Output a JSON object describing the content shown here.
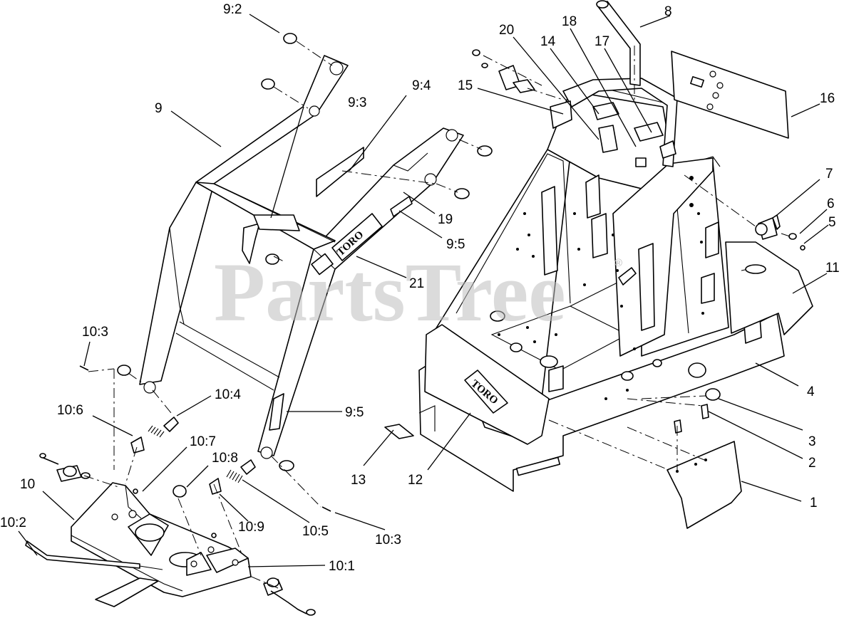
{
  "watermark": {
    "text": "PartsTree",
    "trademark": "®"
  },
  "logos": [
    {
      "id": "loader-arm-logo",
      "text": "TORO"
    },
    {
      "id": "frame-front-logo",
      "text": "TORO"
    }
  ],
  "callouts": [
    {
      "id": "c-9-2",
      "text": "9:2"
    },
    {
      "id": "c-9",
      "text": "9"
    },
    {
      "id": "c-9-3",
      "text": "9:3"
    },
    {
      "id": "c-9-4",
      "text": "9:4"
    },
    {
      "id": "c-19",
      "text": "19"
    },
    {
      "id": "c-9-5-top",
      "text": "9:5"
    },
    {
      "id": "c-21",
      "text": "21"
    },
    {
      "id": "c-9-5-bottom",
      "text": "9:5"
    },
    {
      "id": "c-10-3-left",
      "text": "10:3"
    },
    {
      "id": "c-10-4",
      "text": "10:4"
    },
    {
      "id": "c-10-6",
      "text": "10:6"
    },
    {
      "id": "c-10-7",
      "text": "10:7"
    },
    {
      "id": "c-10-8",
      "text": "10:8"
    },
    {
      "id": "c-10",
      "text": "10"
    },
    {
      "id": "c-10-2",
      "text": "10:2"
    },
    {
      "id": "c-10-9",
      "text": "10:9"
    },
    {
      "id": "c-10-5",
      "text": "10:5"
    },
    {
      "id": "c-10-3-right",
      "text": "10:3"
    },
    {
      "id": "c-10-1",
      "text": "10:1"
    },
    {
      "id": "c-13",
      "text": "13"
    },
    {
      "id": "c-12",
      "text": "12"
    },
    {
      "id": "c-20",
      "text": "20"
    },
    {
      "id": "c-18",
      "text": "18"
    },
    {
      "id": "c-14",
      "text": "14"
    },
    {
      "id": "c-17",
      "text": "17"
    },
    {
      "id": "c-8",
      "text": "8"
    },
    {
      "id": "c-15",
      "text": "15"
    },
    {
      "id": "c-16",
      "text": "16"
    },
    {
      "id": "c-7",
      "text": "7"
    },
    {
      "id": "c-6",
      "text": "6"
    },
    {
      "id": "c-5",
      "text": "5"
    },
    {
      "id": "c-11",
      "text": "11"
    },
    {
      "id": "c-4",
      "text": "4"
    },
    {
      "id": "c-3",
      "text": "3"
    },
    {
      "id": "c-2",
      "text": "2"
    },
    {
      "id": "c-1",
      "text": "1"
    }
  ]
}
